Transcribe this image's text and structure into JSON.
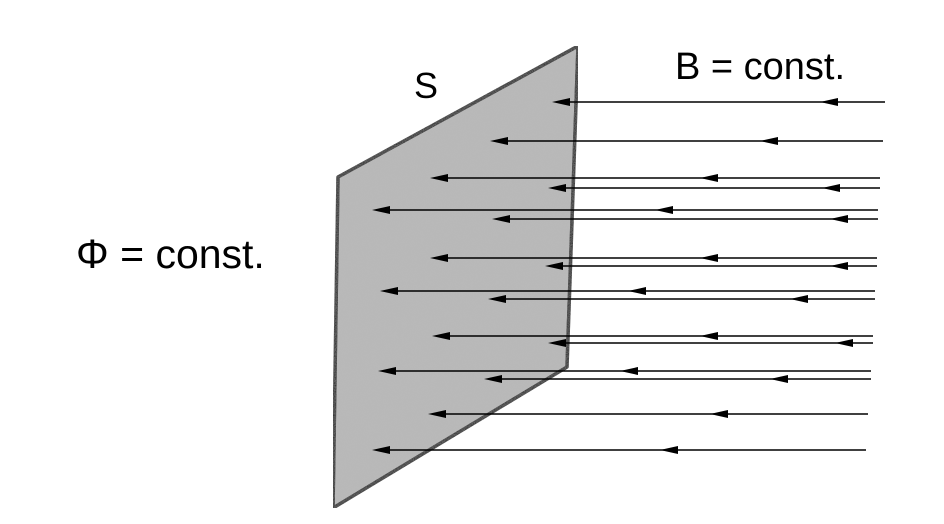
{
  "labels": {
    "surface": "S",
    "field": "B = const.",
    "flux": "Φ = const."
  },
  "colors": {
    "surface_fill": "#b8b8b8",
    "stroke": "#000000",
    "background": "#ffffff"
  }
}
